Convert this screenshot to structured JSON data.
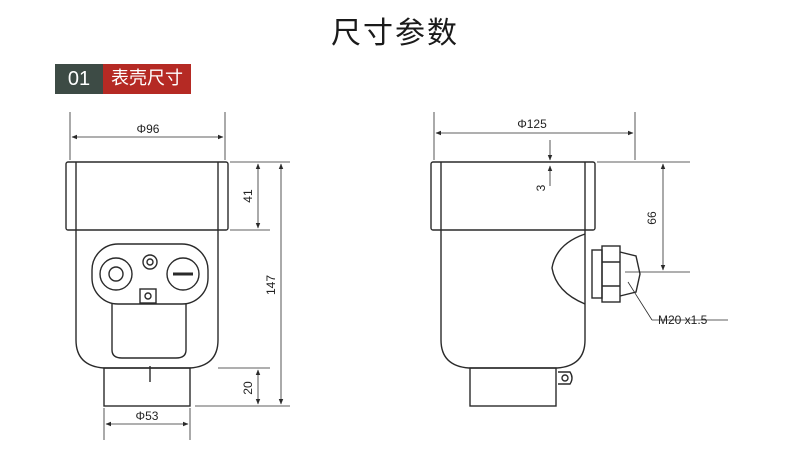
{
  "title": "尺寸参数",
  "section": {
    "number": "01",
    "label": "表壳尺寸"
  },
  "front_view": {
    "dims": {
      "top_width": "Φ96",
      "cap_height": "41",
      "total_height": "147",
      "bottom_height": "20",
      "bottom_width": "Φ53"
    }
  },
  "side_view": {
    "dims": {
      "top_width": "Φ125",
      "lip": "3",
      "cable_height": "66",
      "thread": "M20 x1.5"
    }
  },
  "colors": {
    "line": "#2a2a2a",
    "tag_dark": "#3d4b45",
    "tag_red": "#b52a24"
  }
}
